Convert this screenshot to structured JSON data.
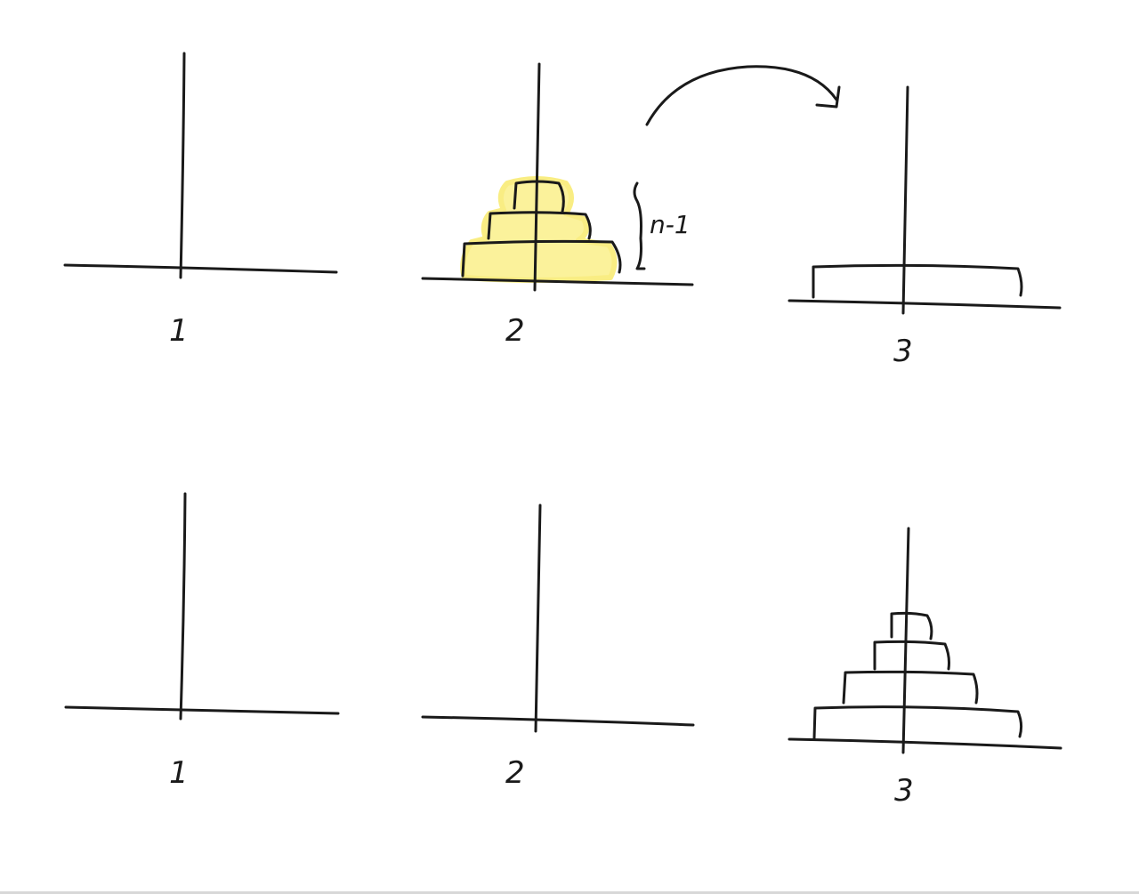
{
  "pegs": {
    "top": [
      "1",
      "2",
      "3"
    ],
    "bottom": [
      "1",
      "2",
      "3"
    ]
  },
  "annotation": {
    "brace_label": "n-1"
  },
  "colors": {
    "ink": "#1a1a1a",
    "highlight": "#fbf08a"
  }
}
